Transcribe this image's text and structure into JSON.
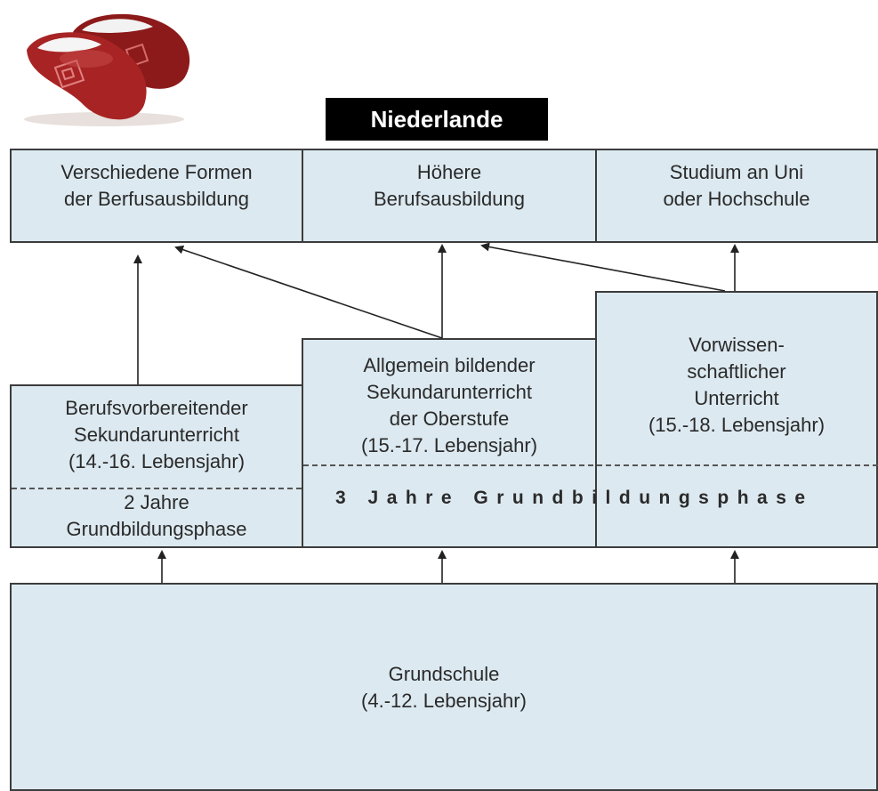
{
  "title": "Niederlande",
  "logo": {
    "icon": "wooden-clogs-icon",
    "color": "#a82424"
  },
  "top_row": [
    {
      "label": "Verschiedene Formen\nder Berfusausbildung"
    },
    {
      "label": "Höhere\nBerufsausbildung"
    },
    {
      "label": "Studium an Uni\noder Hochschule"
    }
  ],
  "middle_row": [
    {
      "label": "Berufsvorbereitender\nSekundarunterricht\n(14.-16. Lebensjahr)",
      "phase": "2 Jahre\nGrundbildungsphase"
    },
    {
      "label": "Allgemein bildender\nSekundarunterricht\nder Oberstufe\n(15.-17. Lebensjahr)"
    },
    {
      "label": "Vorwissen-\nschaftlicher\nUnterricht\n(15.-18. Lebensjahr)"
    }
  ],
  "shared_phase": "3 Jahre Grundbildungsphase",
  "bottom": {
    "label": "Grundschule\n(4.-12. Lebensjahr)"
  },
  "colors": {
    "box_fill": "#dce9f0",
    "border": "#3c3c3c",
    "title_bg": "#000000",
    "title_text": "#ffffff"
  }
}
